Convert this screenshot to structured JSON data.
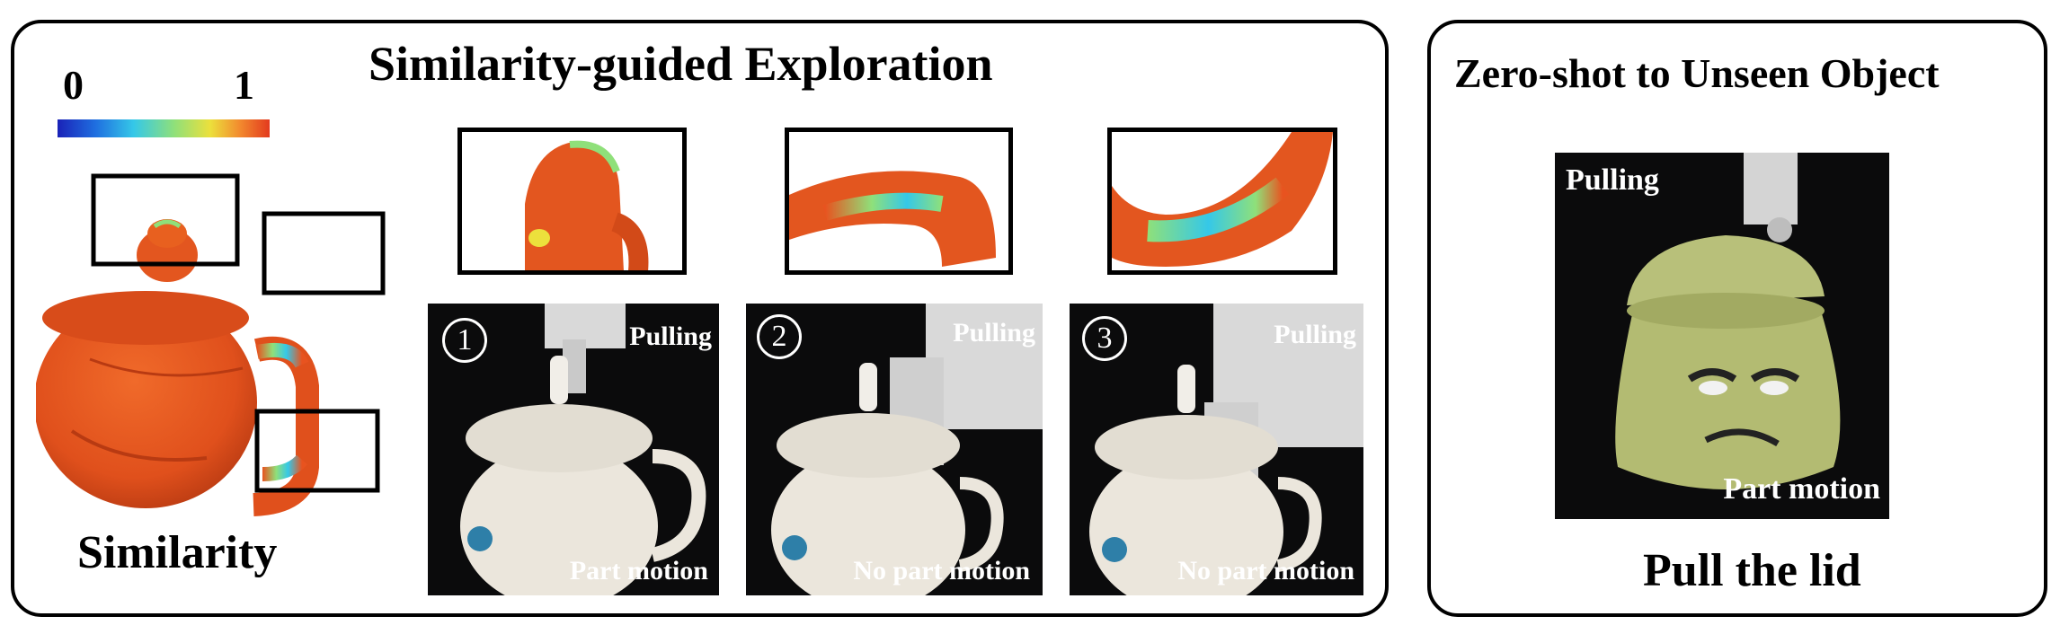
{
  "left_panel": {
    "title": "Similarity-guided Exploration",
    "colorbar": {
      "min_label": "0",
      "max_label": "1",
      "colors": [
        "#1a22b8",
        "#35c8e8",
        "#ece03c",
        "#e33a1e"
      ]
    },
    "similarity_label": "Similarity",
    "steps": [
      {
        "number": "1",
        "action": "Pulling",
        "result": "Part motion"
      },
      {
        "number": "2",
        "action": "Pulling",
        "result": "No part motion"
      },
      {
        "number": "3",
        "action": "Pulling",
        "result": "No part motion"
      }
    ]
  },
  "right_panel": {
    "title": "Zero-shot to Unseen Object",
    "action": "Pulling",
    "result": "Part motion",
    "caption": "Pull the lid"
  },
  "colors": {
    "heat_high": "#e8531f",
    "heat_mid": "#8fe07a",
    "heat_low": "#35c8e8",
    "photo_bg": "#0b0b0c",
    "cup": "#ebe6dc",
    "green_cup": "#b8c07a"
  }
}
